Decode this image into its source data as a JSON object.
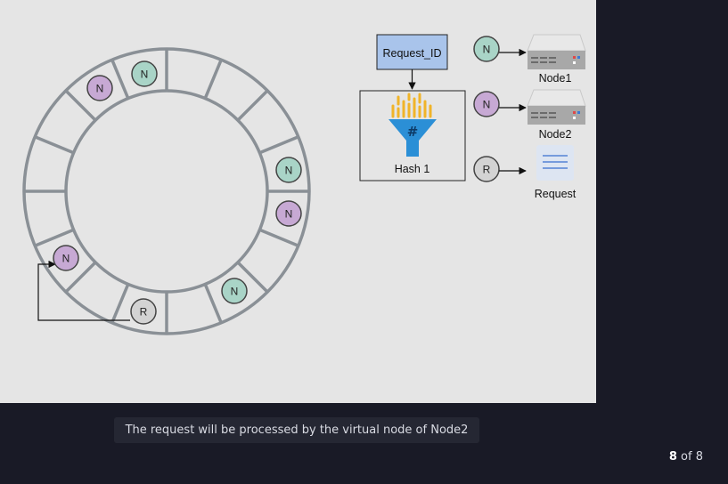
{
  "diagram": {
    "ring_node_label": "N",
    "ring_request_label": "R",
    "request_id_label": "Request_ID",
    "hash_label": "Hash 1",
    "legend": [
      {
        "marker": "N",
        "label": "Node1",
        "color": "#a9d4c7"
      },
      {
        "marker": "N",
        "label": "Node2",
        "color": "#c7a9d4"
      },
      {
        "marker": "R",
        "label": "Request",
        "color": "#d3d3d3"
      }
    ],
    "colors": {
      "node1": "#a9d4c7",
      "node2": "#c7a9d4",
      "request": "#d3d3d3",
      "ring_stroke": "#8a9096",
      "request_box": "#a9c4eb",
      "funnel_blue": "#2b8fd6",
      "funnel_gold": "#f0b429"
    }
  },
  "caption": {
    "text": "The request will be processed by the virtual node of Node2"
  },
  "pager": {
    "current": "8",
    "separator": "of",
    "total": "8"
  }
}
